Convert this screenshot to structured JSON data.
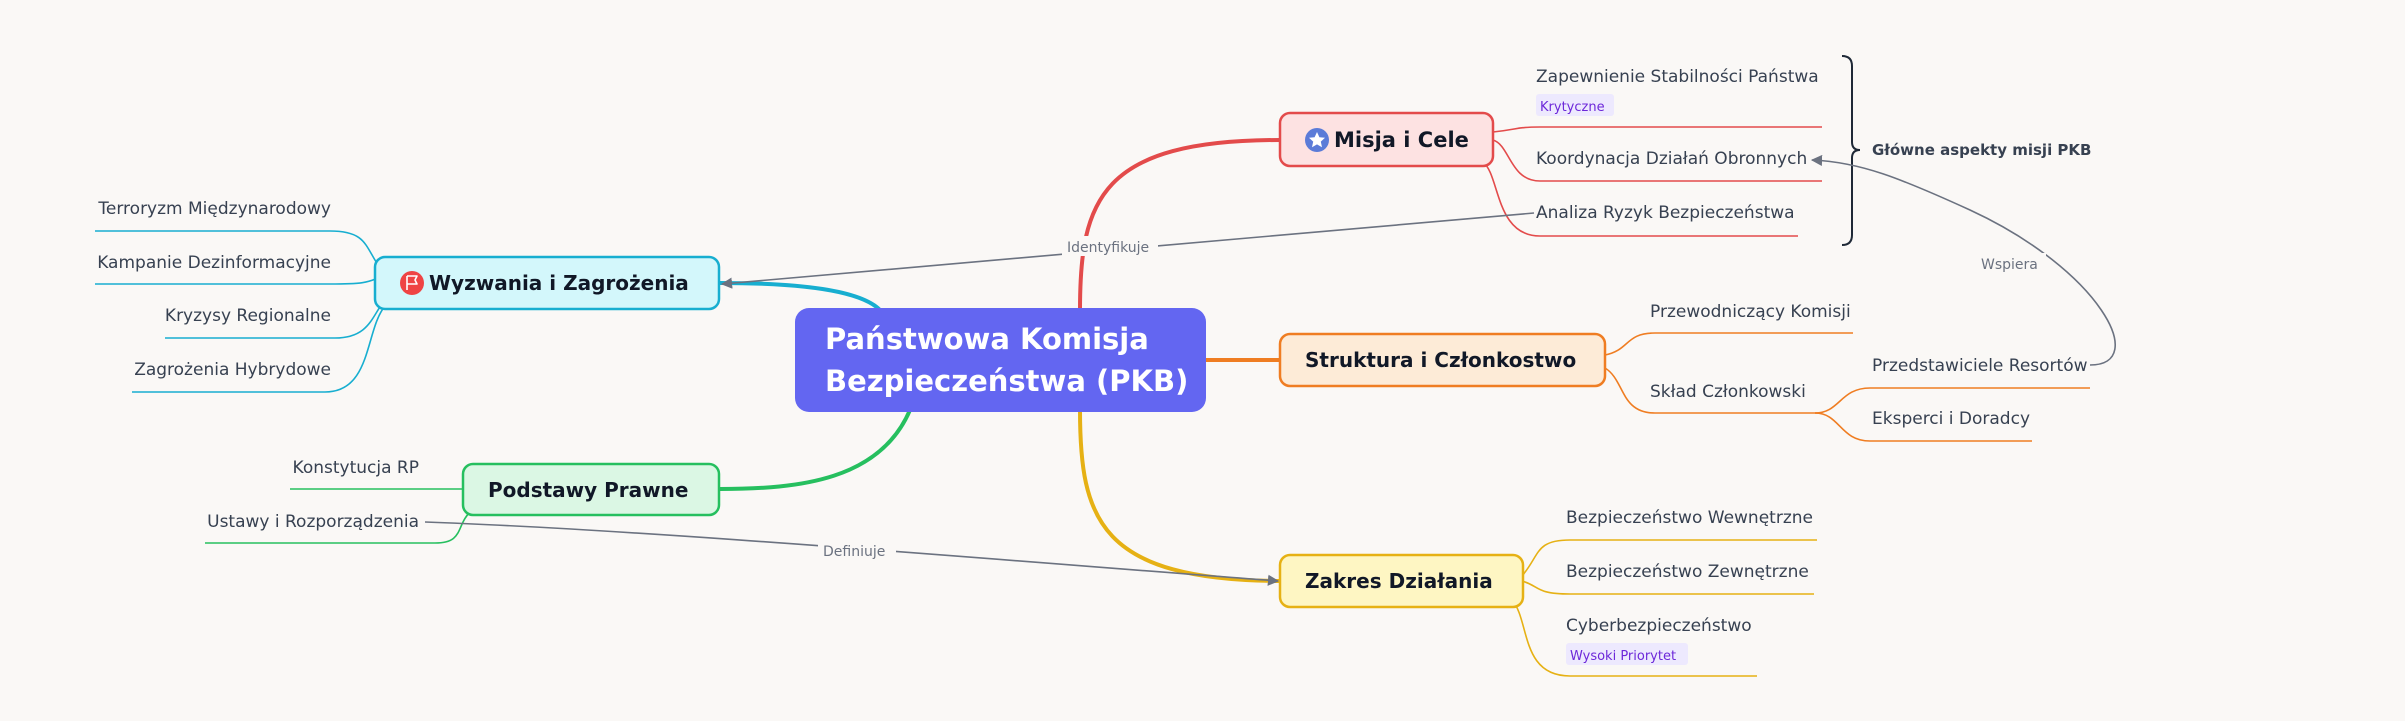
{
  "root": {
    "line1": "Państwowa Komisja",
    "line2": "Bezpieczeństwa (PKB)",
    "color": "#6366f1"
  },
  "branches": {
    "mission": {
      "label": "Misja i Cele",
      "icon": "star-badge-icon",
      "color": "#e34b4b",
      "fill": "#fde2e2",
      "items": [
        {
          "label": "Zapewnienie Stabilności Państwa",
          "tag": "Krytyczne"
        },
        {
          "label": "Koordynacja Działań Obronnych"
        },
        {
          "label": "Analiza Ryzyk Bezpieczeństwa"
        }
      ],
      "bracket_label": "Główne aspekty misji PKB"
    },
    "structure": {
      "label": "Struktura i Członkostwo",
      "color": "#ef7d22",
      "fill": "#fdebd7",
      "items": [
        {
          "label": "Przewodniczący Komisji"
        },
        {
          "label": "Skład Członkowski"
        }
      ],
      "subitems": [
        {
          "label": "Przedstawiciele Resortów"
        },
        {
          "label": "Eksperci i Doradcy"
        }
      ]
    },
    "scope": {
      "label": "Zakres Działania",
      "color": "#e6b114",
      "fill": "#fef6c3",
      "items": [
        {
          "label": "Bezpieczeństwo Wewnętrzne"
        },
        {
          "label": "Bezpieczeństwo Zewnętrzne"
        },
        {
          "label": "Cyberbezpieczeństwo",
          "tag": "Wysoki Priorytet"
        }
      ]
    },
    "threats": {
      "label": "Wyzwania i Zagrożenia",
      "icon": "flag-badge-icon",
      "color": "#17aed0",
      "fill": "#d3f7fb",
      "items": [
        {
          "label": "Terroryzm Międzynarodowy"
        },
        {
          "label": "Kampanie Dezinformacyjne"
        },
        {
          "label": "Kryzysy Regionalne"
        },
        {
          "label": "Zagrożenia Hybrydowe"
        }
      ]
    },
    "legal": {
      "label": "Podstawy Prawne",
      "color": "#26bf5f",
      "fill": "#dbf7e4",
      "items": [
        {
          "label": "Konstytucja RP"
        },
        {
          "label": "Ustawy i Rozporządzenia"
        }
      ]
    }
  },
  "relations": {
    "identifies": "Identyfikuje",
    "supports": "Wspiera",
    "defines": "Definiuje"
  },
  "colors": {
    "text": "#374151",
    "relation": "#6b7280",
    "tag_bg": "#ede9fe",
    "tag_text": "#6d28d9",
    "bracket": "#1f2937"
  }
}
